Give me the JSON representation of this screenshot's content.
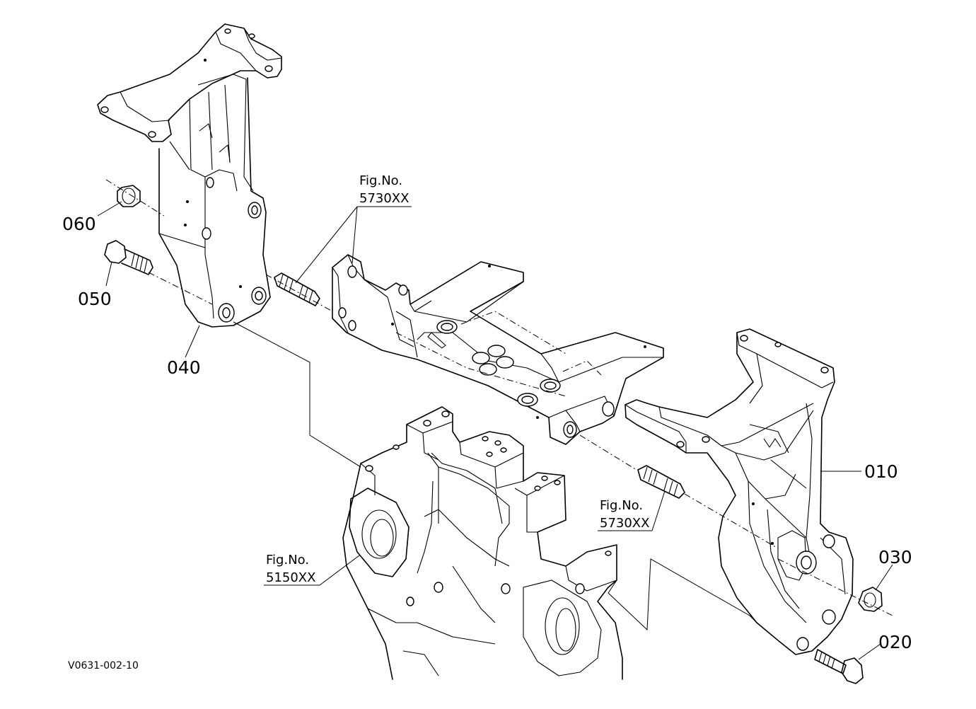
{
  "diagram_code": "V0631-002-10",
  "part_labels": {
    "p010": "010",
    "p020": "020",
    "p030": "030",
    "p040": "040",
    "p050": "050",
    "p060": "060"
  },
  "figure_refs": {
    "upper": {
      "line1": "Fig.No.",
      "line2": "5730XX"
    },
    "lower_right": {
      "line1": "Fig.No.",
      "line2": "5730XX"
    },
    "housing": {
      "line1": "Fig.No.",
      "line2": "5150XX"
    }
  }
}
